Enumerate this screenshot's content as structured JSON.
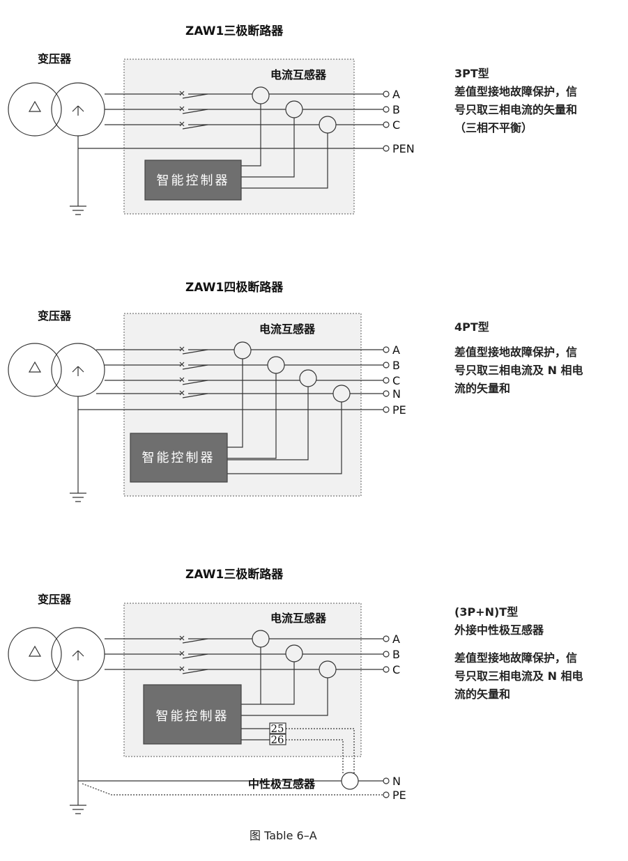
{
  "diagram1": {
    "title": "ZAW1三极断路器",
    "transformer_label": "变压器",
    "ct_label": "电流互感器",
    "controller_label": "智能控制器",
    "terminals": [
      "A",
      "B",
      "C",
      "PEN"
    ],
    "type_label": "3PT型",
    "desc_lines": [
      "差值型接地故障保护，信",
      "号只取三相电流的矢量和",
      "（三相不平衡）"
    ]
  },
  "diagram2": {
    "title": "ZAW1四极断路器",
    "transformer_label": "变压器",
    "ct_label": "电流互感器",
    "controller_label": "智能控制器",
    "terminals": [
      "A",
      "B",
      "C",
      "N",
      "PE"
    ],
    "type_label": "4PT型",
    "desc_lines": [
      "差值型接地故障保护，信",
      "号只取三相电流及 N 相电",
      "流的矢量和"
    ]
  },
  "diagram3": {
    "title": "ZAW1三极断路器",
    "transformer_label": "变压器",
    "ct_label": "电流互感器",
    "controller_label": "智能控制器",
    "terminals": [
      "A",
      "B",
      "C",
      "N",
      "PE"
    ],
    "pin_labels": [
      "25",
      "26"
    ],
    "neutral_ct_label": "中性极互感器",
    "type_label": "(3P+N)T型",
    "subtype_label": "外接中性极互感器",
    "desc_lines": [
      "差值型接地故障保护，信",
      "号只取三相电流及 N 相电",
      "流的矢量和"
    ]
  },
  "caption": "图 Table 6–A"
}
